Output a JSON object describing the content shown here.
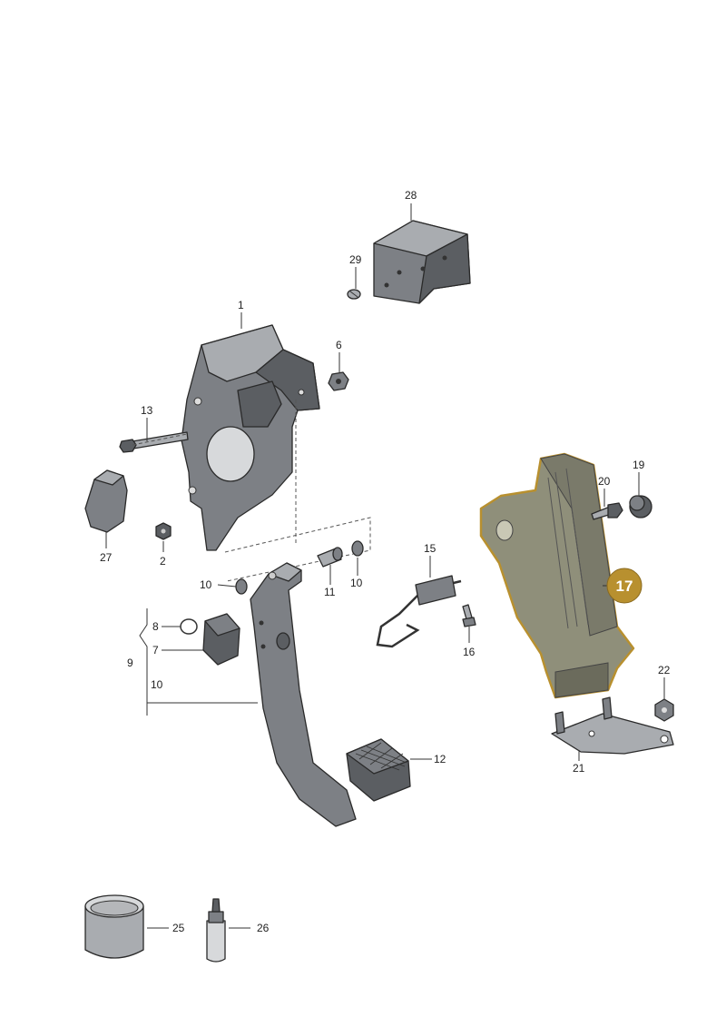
{
  "labels": {
    "p1": "1",
    "p2": "2",
    "p6": "6",
    "p7": "7",
    "p8": "8",
    "p9": "9",
    "p10a": "10",
    "p10b": "10",
    "p10c": "10",
    "p11": "11",
    "p12": "12",
    "p13": "13",
    "p15": "15",
    "p16": "16",
    "p17": "17",
    "p19": "19",
    "p20": "20",
    "p21": "21",
    "p22": "22",
    "p25": "25",
    "p26": "26",
    "p27": "27",
    "p28": "28",
    "p29": "29"
  },
  "colors": {
    "highlight": "#b8902f",
    "highlight_fill": "#8f8f7a",
    "part_dark": "#5b5e62",
    "part_mid": "#7d8085",
    "part_light": "#a9acb0"
  }
}
